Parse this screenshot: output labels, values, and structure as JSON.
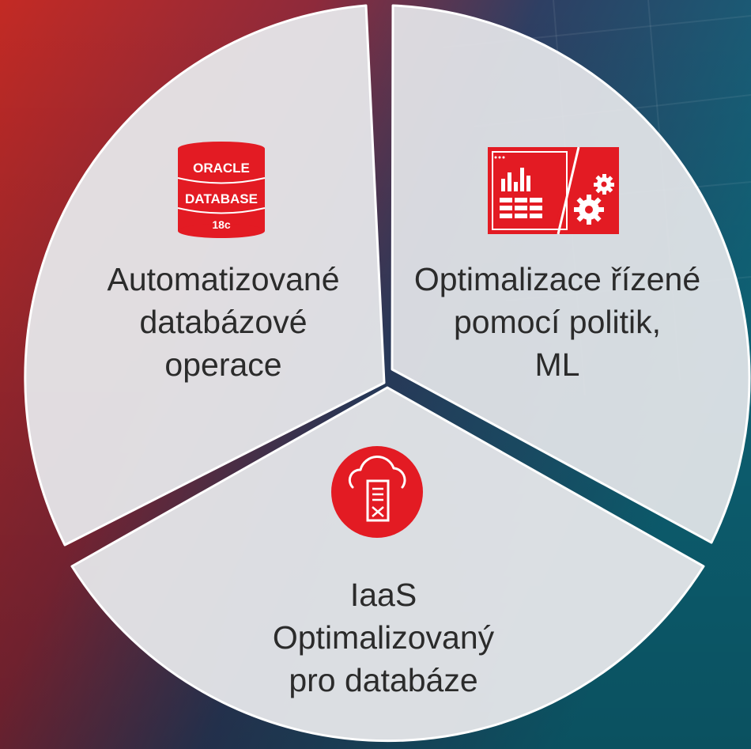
{
  "segments": {
    "left": {
      "lines": [
        "Automatizované",
        "databázové",
        "operace"
      ]
    },
    "right": {
      "lines": [
        "Optimalizace řízené",
        "pomocí politik,",
        "ML"
      ]
    },
    "bottom": {
      "lines": [
        "IaaS",
        "Optimalizovaný",
        "pro databáze"
      ]
    }
  },
  "oracle_logo": {
    "line1": "ORACLE",
    "line2": "DATABASE",
    "line3": "18c"
  },
  "icons": {
    "left": "oracle-database-18c-icon",
    "right": "dashboard-gears-icon",
    "bottom": "cloud-server-icon"
  },
  "colors": {
    "accent_red": "#e31b23",
    "segment_fill": "#e6e7ea",
    "text": "#2b2b2b",
    "bg_red": "#b81f24",
    "bg_blue": "#13536a"
  }
}
